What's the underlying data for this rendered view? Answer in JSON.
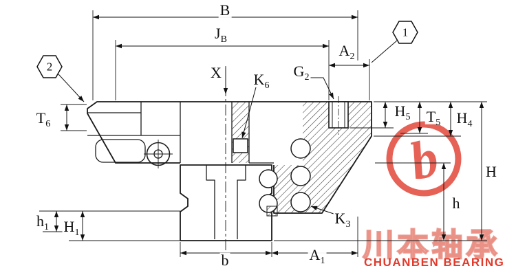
{
  "labels": {
    "B": {
      "main": "B",
      "sub": ""
    },
    "JB": {
      "main": "J",
      "sub": "B"
    },
    "A2": {
      "main": "A",
      "sub": "2"
    },
    "X": {
      "main": "X",
      "sub": ""
    },
    "K6": {
      "main": "K",
      "sub": "6"
    },
    "G2": {
      "main": "G",
      "sub": "2"
    },
    "T6": {
      "main": "T",
      "sub": "6"
    },
    "H5": {
      "main": "H",
      "sub": "5"
    },
    "T5": {
      "main": "T",
      "sub": "5"
    },
    "H4": {
      "main": "H",
      "sub": "4"
    },
    "H": {
      "main": "H",
      "sub": ""
    },
    "h": {
      "main": "h",
      "sub": ""
    },
    "h1": {
      "main": "h",
      "sub": "1"
    },
    "H1": {
      "main": "H",
      "sub": "1"
    },
    "b": {
      "main": "b",
      "sub": ""
    },
    "A1": {
      "main": "A",
      "sub": "1"
    },
    "K3": {
      "main": "K",
      "sub": "3"
    }
  },
  "balloons": {
    "b1": "1",
    "b2": "2"
  },
  "watermark": {
    "logo_letter": "b",
    "brand_cn": "川本轴承",
    "brand_en": "CHUANBEN BEARING",
    "accent_color": "#e03a2c"
  },
  "drawing": {
    "line_color": "#1a1a1a"
  }
}
